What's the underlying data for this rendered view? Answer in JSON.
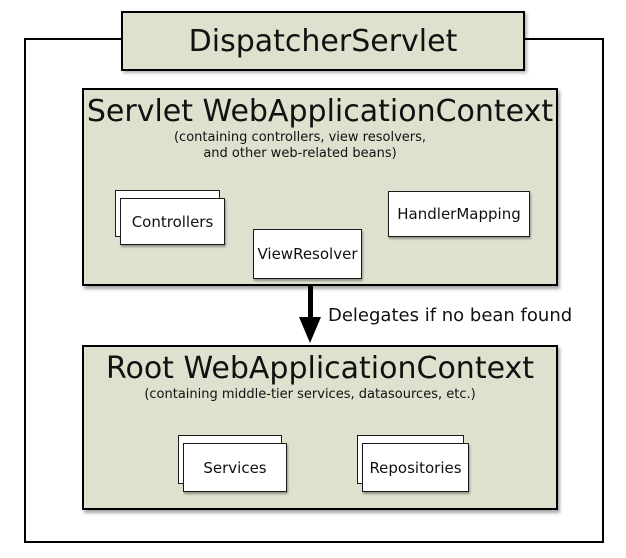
{
  "colors": {
    "context_fill": "#dde2ce",
    "bean_fill": "#ffffff",
    "border": "#000000",
    "text": "#111111"
  },
  "dispatcher": {
    "label": "DispatcherServlet"
  },
  "servlet_context": {
    "title": "Servlet WebApplicationContext",
    "subtitle_line1": "(containing controllers, view resolvers,",
    "subtitle_line2": "and other web-related beans)",
    "beans": {
      "controllers": {
        "label": "Controllers"
      },
      "view_resolver": {
        "label": "ViewResolver"
      },
      "handler_mapping": {
        "label": "HandlerMapping"
      }
    }
  },
  "delegation": {
    "label": "Delegates if no bean found"
  },
  "root_context": {
    "title": "Root WebApplicationContext",
    "subtitle": "(containing middle-tier services, datasources, etc.)",
    "beans": {
      "services": {
        "label": "Services"
      },
      "repositories": {
        "label": "Repositories"
      }
    }
  }
}
